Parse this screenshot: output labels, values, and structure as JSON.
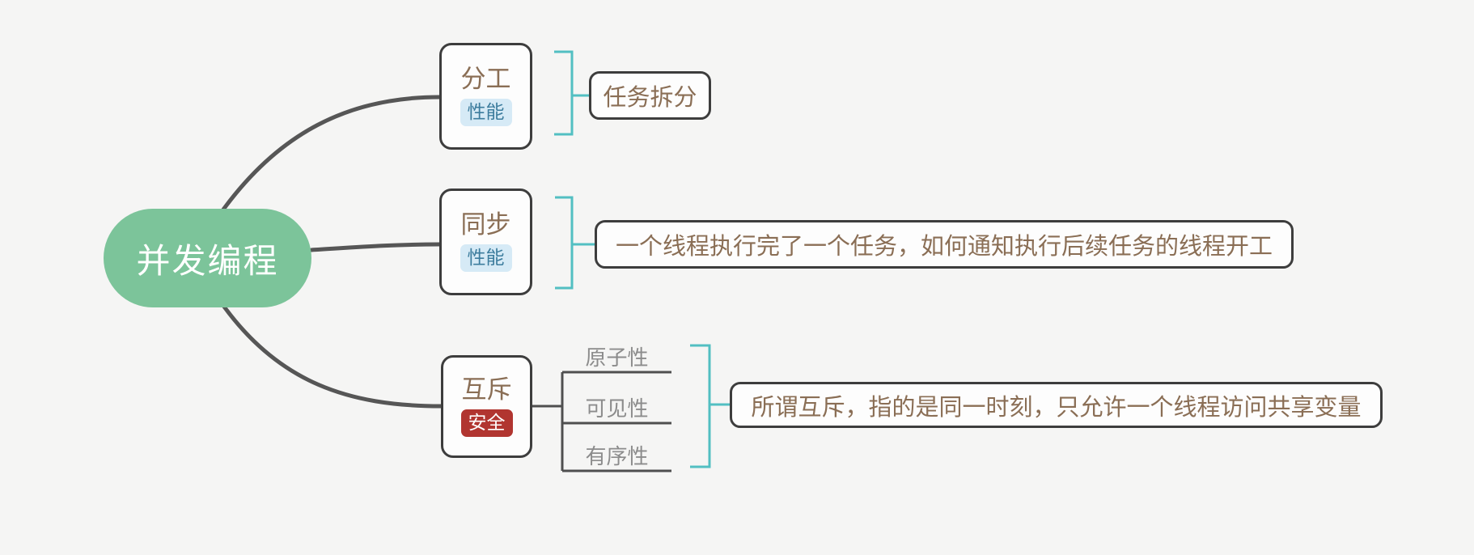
{
  "mindmap": {
    "root": {
      "label": "并发编程"
    },
    "division": {
      "title": "分工",
      "badge": "性能",
      "child": "任务拆分"
    },
    "sync": {
      "title": "同步",
      "badge": "性能",
      "child": "一个线程执行完了一个任务，如何通知执行后续任务的线程开工"
    },
    "mutex": {
      "title": "互斥",
      "badge": "安全",
      "properties": {
        "atomicity": "原子性",
        "visibility": "可见性",
        "ordering": "有序性"
      },
      "summary": "所谓互斥，指的是同一时刻，只允许一个线程访问共享变量"
    }
  },
  "colors": {
    "background": "#f5f5f4",
    "root_fill": "#7cc49a",
    "root_text": "#ffffff",
    "node_fill": "#fdfdfd",
    "node_border": "#3d3d3d",
    "topic_text": "#8a6e55",
    "subtopic_text": "#8c8c8c",
    "badge_performance_bg": "#d6eaf6",
    "badge_performance_text": "#3d7d9e",
    "badge_safety_bg": "#b13530",
    "badge_safety_text": "#ffffff",
    "branch_line": "#565656",
    "subtopic_line": "#4f4f4f",
    "summary_bracket": "#52bfc2"
  }
}
